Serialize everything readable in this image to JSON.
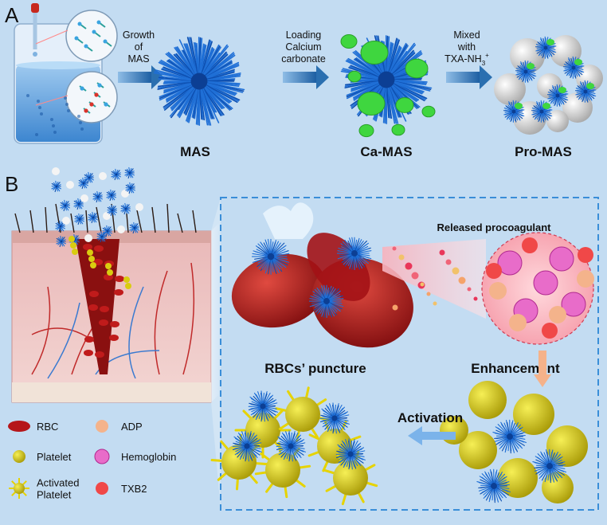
{
  "panel_a": {
    "letter": "A",
    "steps": [
      {
        "lines": [
          "Growth",
          "of",
          "MAS"
        ]
      },
      {
        "lines": [
          "Loading",
          "Calcium",
          "carbonate"
        ]
      },
      {
        "lines": [
          "Mixed",
          "with",
          "TXA-NH"
        ],
        "superscript": "+",
        "subscript": "3"
      }
    ],
    "products": [
      "MAS",
      "Ca-MAS",
      "Pro-MAS"
    ]
  },
  "panel_b": {
    "letter": "B",
    "labels": {
      "released": "Released procoagulant",
      "puncture": "RBCs’ puncture",
      "enhancement": "Enhancement",
      "activation": "Activation"
    },
    "legend": [
      {
        "icon": "rbc",
        "label": "RBC"
      },
      {
        "icon": "adp",
        "label": "ADP"
      },
      {
        "icon": "platelet",
        "label": "Platelet"
      },
      {
        "icon": "hemoglobin",
        "label": "Hemoglobin"
      },
      {
        "icon": "activated-platelet",
        "label": "Activated\nPlatelet"
      },
      {
        "icon": "txb2",
        "label": "TXB2"
      }
    ]
  },
  "colors": {
    "background": "#c3dcf2",
    "mas_blue": "#1f6fd6",
    "calcium_green": "#3fd63f",
    "rbc_red": "#b5161a",
    "platelet_yellow": "#d9cc10",
    "arrow_blue": "#2a6fb0",
    "dashed_border": "#3a8ed8"
  }
}
